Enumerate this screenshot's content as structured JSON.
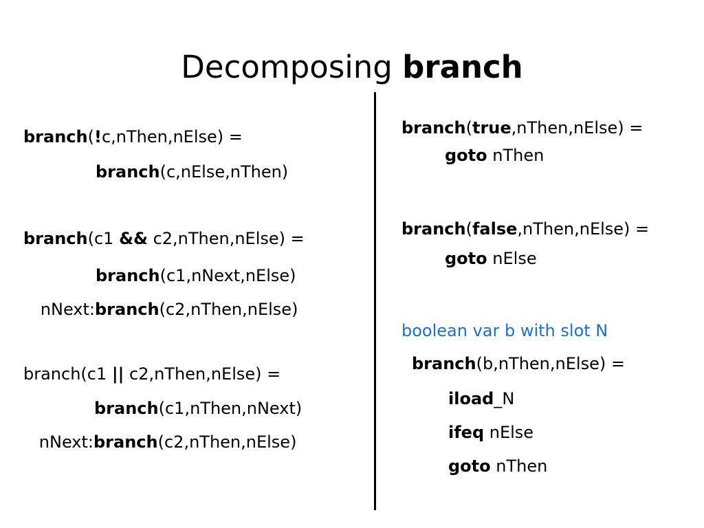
{
  "slide": {
    "title_plain": "Decomposing ",
    "title_bold": "branch"
  },
  "left": {
    "not": {
      "line1": [
        "branch",
        "(",
        "!",
        "c,nThen,nElse) ="
      ],
      "line2": [
        "branch",
        "(c,nElse,nThen)"
      ]
    },
    "and": {
      "line1": [
        "branch",
        "(c1 ",
        "&&",
        " c2,nThen,nElse) ="
      ],
      "line2": [
        "branch",
        "(c1,nNext,nElse)"
      ],
      "line3": [
        "nNext:",
        "branch",
        "(c2,nThen,nElse)"
      ]
    },
    "or": {
      "line1": [
        "branch(c1 ",
        "||",
        " c2,nThen,nElse) ="
      ],
      "line2": [
        "branch",
        "(c1,nThen,nNext)"
      ],
      "line3": [
        "nNext:",
        "branch",
        "(c2,nThen,nElse)"
      ]
    }
  },
  "right": {
    "true_case": {
      "line1": [
        "branch",
        "(",
        "true",
        ",nThen,nElse) ="
      ],
      "line2": [
        "goto",
        " nThen"
      ]
    },
    "false_case": {
      "line1": [
        "branch",
        "(",
        "false",
        ",nThen,nElse) ="
      ],
      "line2": [
        "goto",
        " nElse"
      ]
    },
    "var_case": {
      "heading": "boolean var b with slot N",
      "line1": [
        "branch",
        "(b,nThen,nElse) ="
      ],
      "line2": [
        "iload",
        "_N"
      ],
      "line3": [
        "ifeq",
        " nElse"
      ],
      "line4": [
        "goto",
        " nThen"
      ]
    }
  },
  "colors": {
    "text": "#000000",
    "accent_blue": "#1f6fc4",
    "background": "#ffffff",
    "divider": "#000000"
  }
}
